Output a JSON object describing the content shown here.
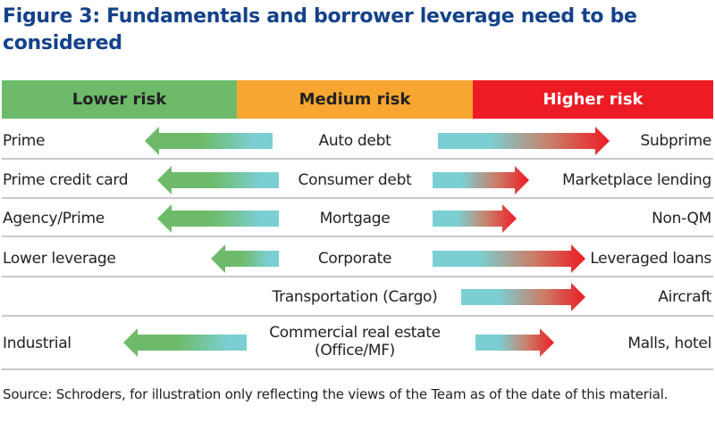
{
  "title": "Figure 3: Fundamentals and borrower leverage need to be considered",
  "bands": [
    {
      "label": "Lower risk",
      "color": "#6dbb6a"
    },
    {
      "label": "Medium risk",
      "color": "#f8a632"
    },
    {
      "label": "Higher risk",
      "color": "#ed1c24"
    }
  ],
  "rows": [
    {
      "low": "Prime",
      "center": "Auto debt",
      "high": "Subprime"
    },
    {
      "low": "Prime credit card",
      "center": "Consumer debt",
      "high": "Marketplace lending"
    },
    {
      "low": "Agency/Prime",
      "center": "Mortgage",
      "high": "Non-QM"
    },
    {
      "low": "Lower leverage",
      "center": "Corporate",
      "high": "Leveraged loans"
    },
    {
      "low": "",
      "center": "Transportation (Cargo)",
      "high": "Aircraft"
    },
    {
      "low": "Industrial",
      "center": "Commercial real estate (Office/MF)",
      "high": "Malls, hotel"
    }
  ],
  "source": "Source: Schroders, for illustration only reflecting the views of the Team as of the date of this material.",
  "colors": {
    "green": "#6dbb6a",
    "teal": "#7bcfd2",
    "red": "#ed1c24",
    "title": "#14428a"
  }
}
